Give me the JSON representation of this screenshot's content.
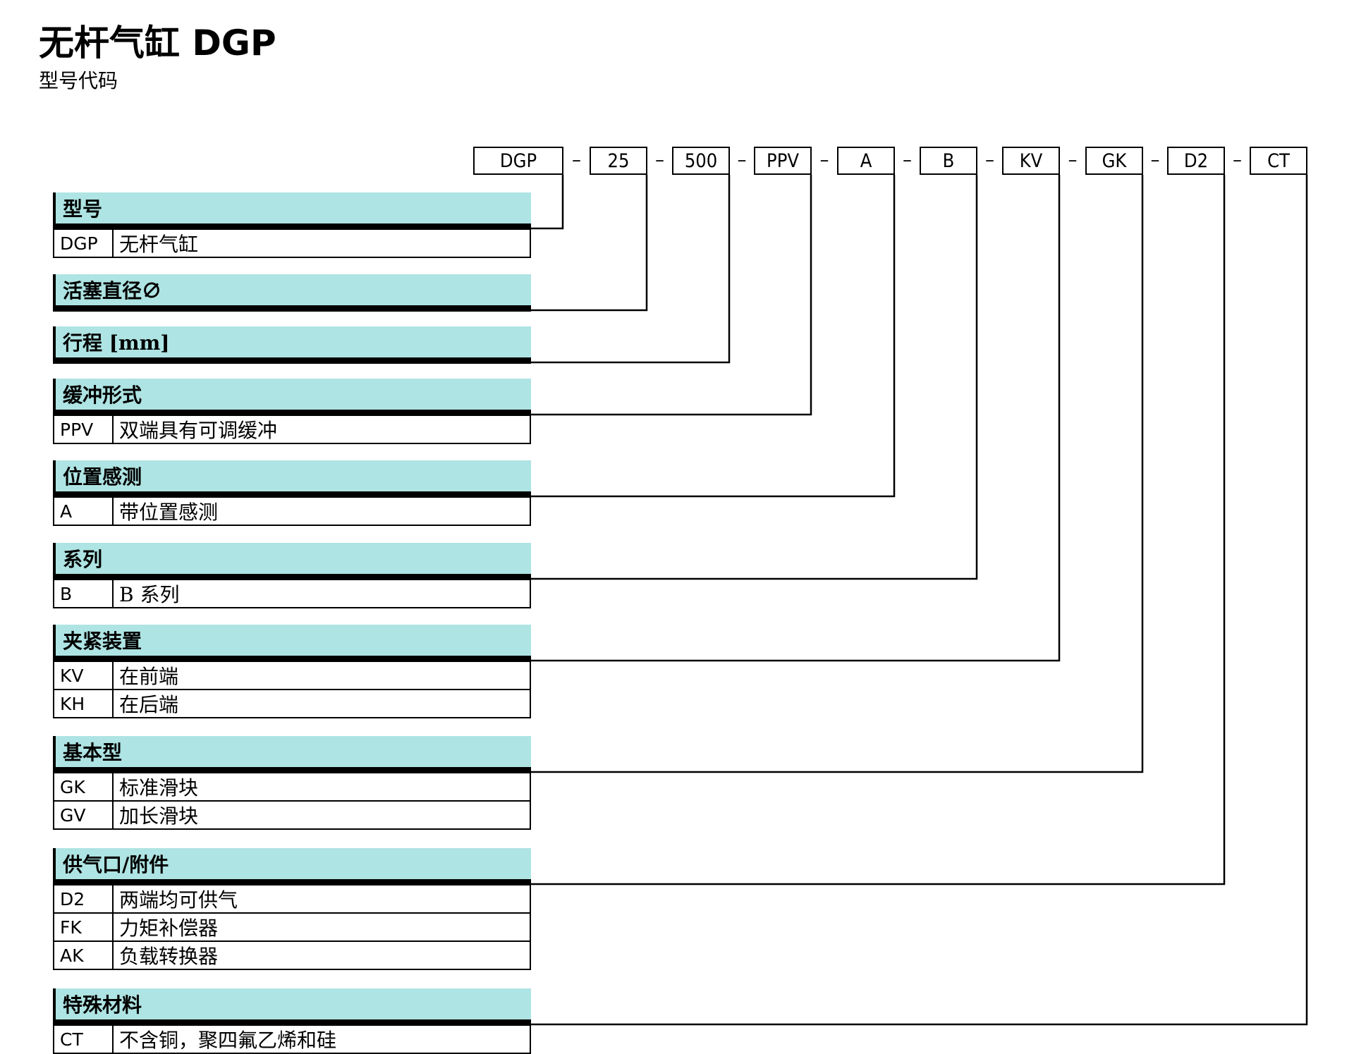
{
  "header": {
    "title": "无杆气缸 DGP",
    "subtitle": "型号代码"
  },
  "code_boxes": [
    "DGP",
    "25",
    "500",
    "PPV",
    "A",
    "B",
    "KV",
    "GK",
    "D2",
    "CT"
  ],
  "separator": "–",
  "sections": [
    {
      "heading": "型号",
      "options": [
        {
          "code": "DGP",
          "desc": "无杆气缸"
        }
      ]
    },
    {
      "heading": "活塞直径∅",
      "options": []
    },
    {
      "heading": "行程 [mm]",
      "options": []
    },
    {
      "heading": "缓冲形式",
      "options": [
        {
          "code": "PPV",
          "desc": "双端具有可调缓冲"
        }
      ]
    },
    {
      "heading": "位置感测",
      "options": [
        {
          "code": "A",
          "desc": "带位置感测"
        }
      ]
    },
    {
      "heading": "系列",
      "options": [
        {
          "code": "B",
          "desc": "B 系列"
        }
      ]
    },
    {
      "heading": "夹紧装置",
      "options": [
        {
          "code": "KV",
          "desc": "在前端"
        },
        {
          "code": "KH",
          "desc": "在后端"
        }
      ]
    },
    {
      "heading": "基本型",
      "options": [
        {
          "code": "GK",
          "desc": "标准滑块"
        },
        {
          "code": "GV",
          "desc": "加长滑块"
        }
      ]
    },
    {
      "heading": "供气口/附件",
      "options": [
        {
          "code": "D2",
          "desc": "两端均可供气"
        },
        {
          "code": "FK",
          "desc": "力矩补偿器"
        },
        {
          "code": "AK",
          "desc": "负载转换器"
        }
      ]
    },
    {
      "heading": "特殊材料",
      "options": [
        {
          "code": "CT",
          "desc": "不含铜，聚四氟乙烯和硅"
        }
      ]
    }
  ]
}
